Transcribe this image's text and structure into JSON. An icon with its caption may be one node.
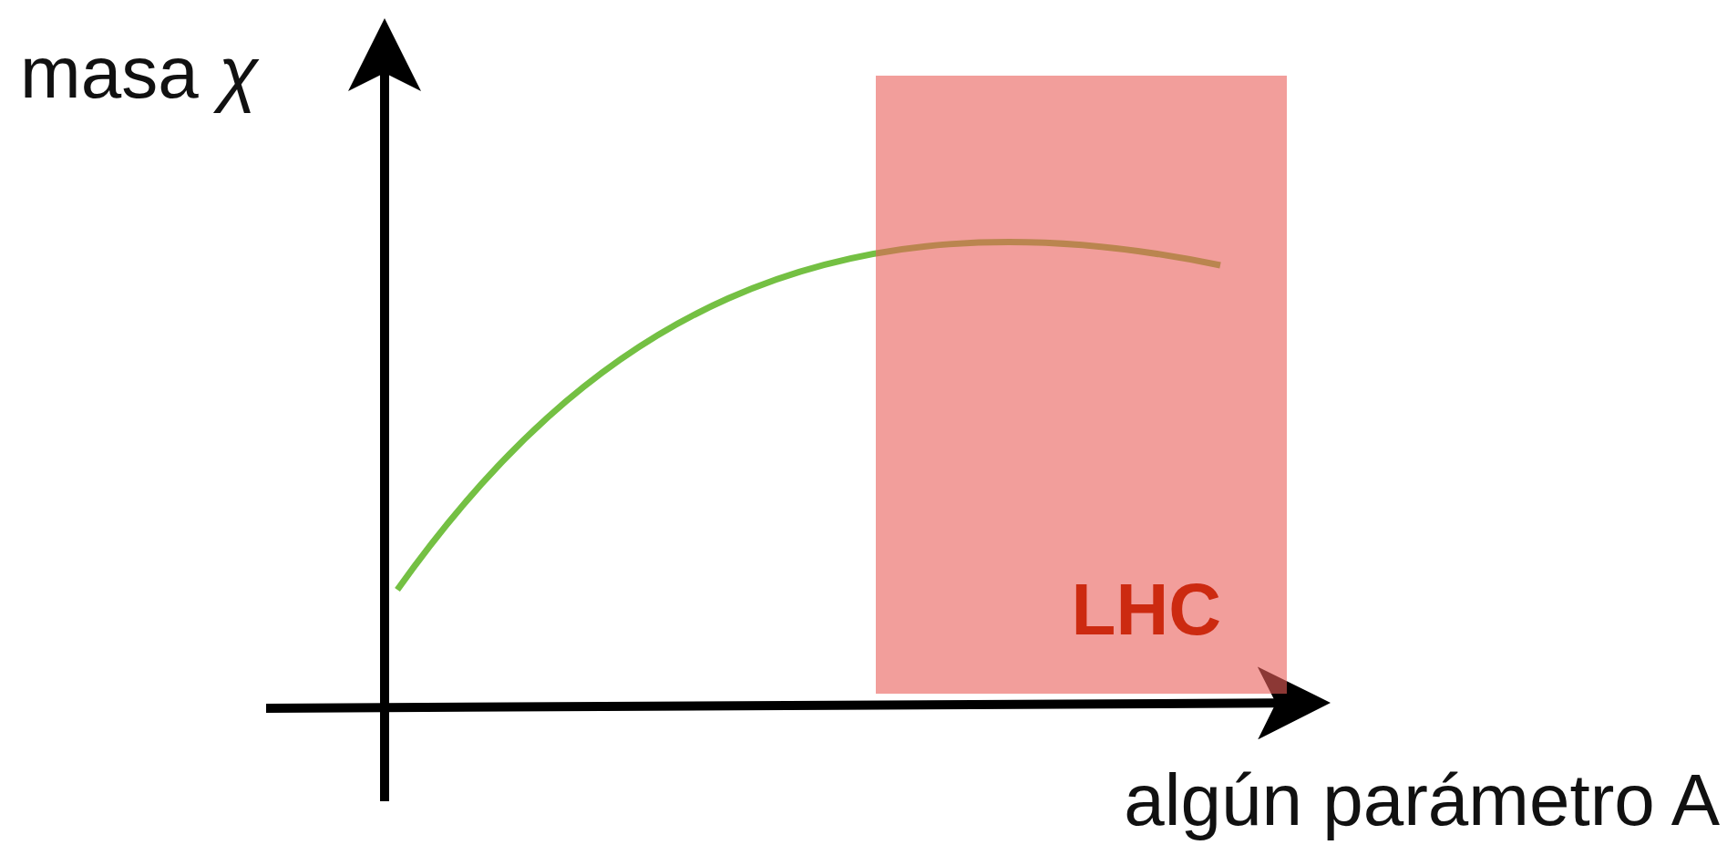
{
  "diagram": {
    "nodes": [
      {
        "text": [
          "LHC"
        ]
      }
    ],
    "labels": [
      "masa *χ*",
      "algún parámetro A"
    ]
  }
}
